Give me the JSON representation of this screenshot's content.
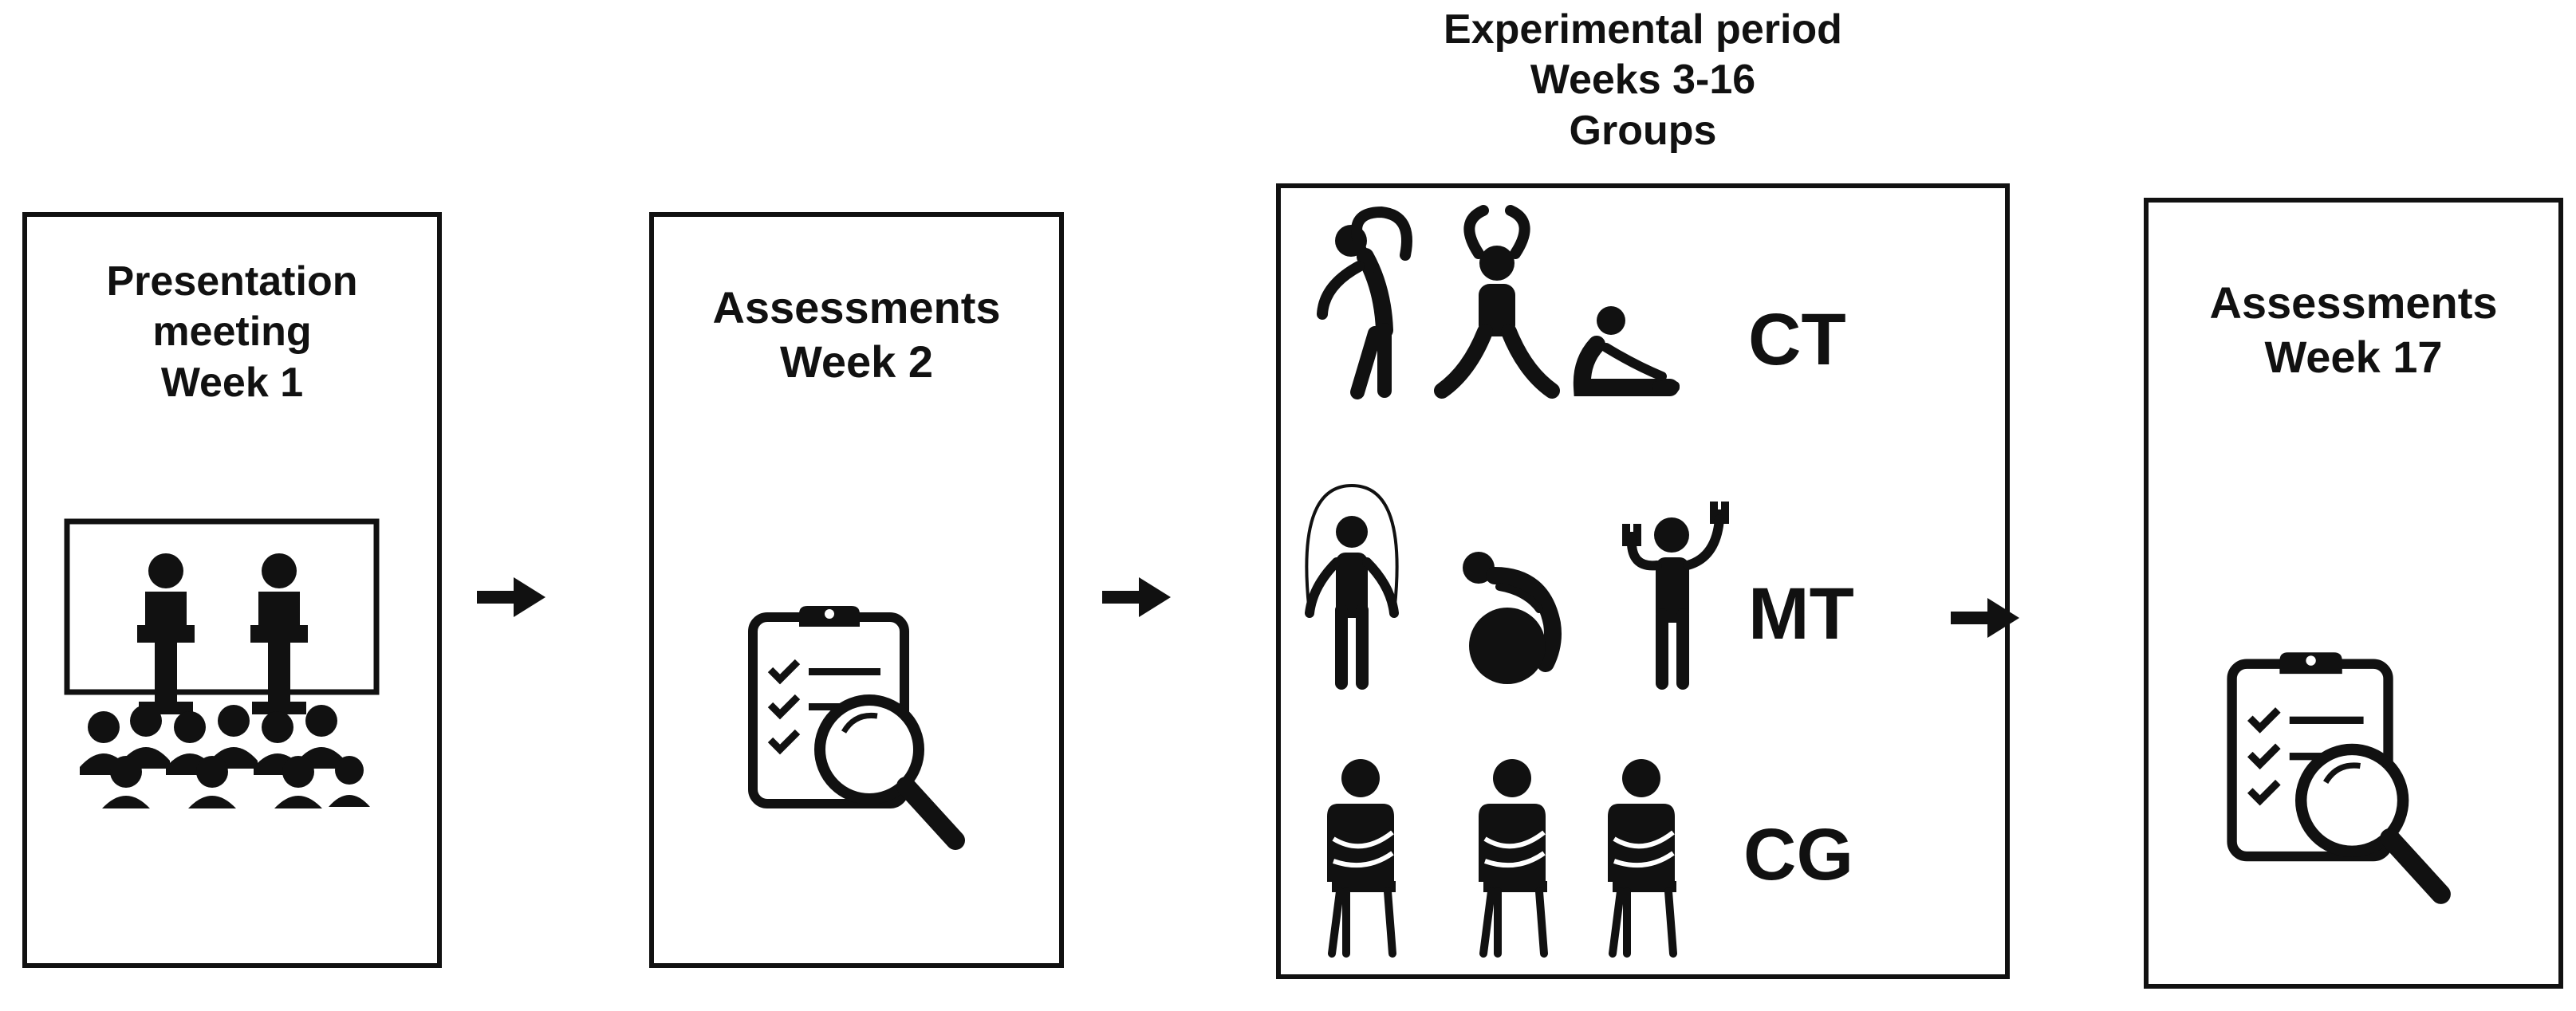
{
  "steps": [
    {
      "lines": [
        "Presentation",
        "meeting",
        "Week 1"
      ],
      "icon": "presentation-icon"
    },
    {
      "lines": [
        "Assessments",
        "Week 2"
      ],
      "icon": "clipboard-magnifier-icon"
    },
    {
      "lines": [
        "Experimental period",
        "Weeks 3-16",
        "Groups"
      ],
      "icon": "exercise-icons"
    },
    {
      "lines": [
        "Assessments",
        "Week 17"
      ],
      "icon": "clipboard-magnifier-icon"
    }
  ],
  "groups": [
    {
      "code": "CT",
      "icons": [
        "side-stretch-icon",
        "jumping-jack-icon",
        "seated-stretch-icon"
      ]
    },
    {
      "code": "MT",
      "icons": [
        "jump-rope-icon",
        "ball-exercise-icon",
        "dumbbell-icon"
      ]
    },
    {
      "code": "CG",
      "icons": [
        "seated-person-icon",
        "seated-person-icon",
        "seated-person-icon"
      ]
    }
  ],
  "colors": {
    "ink": "#111111",
    "background": "#ffffff"
  }
}
